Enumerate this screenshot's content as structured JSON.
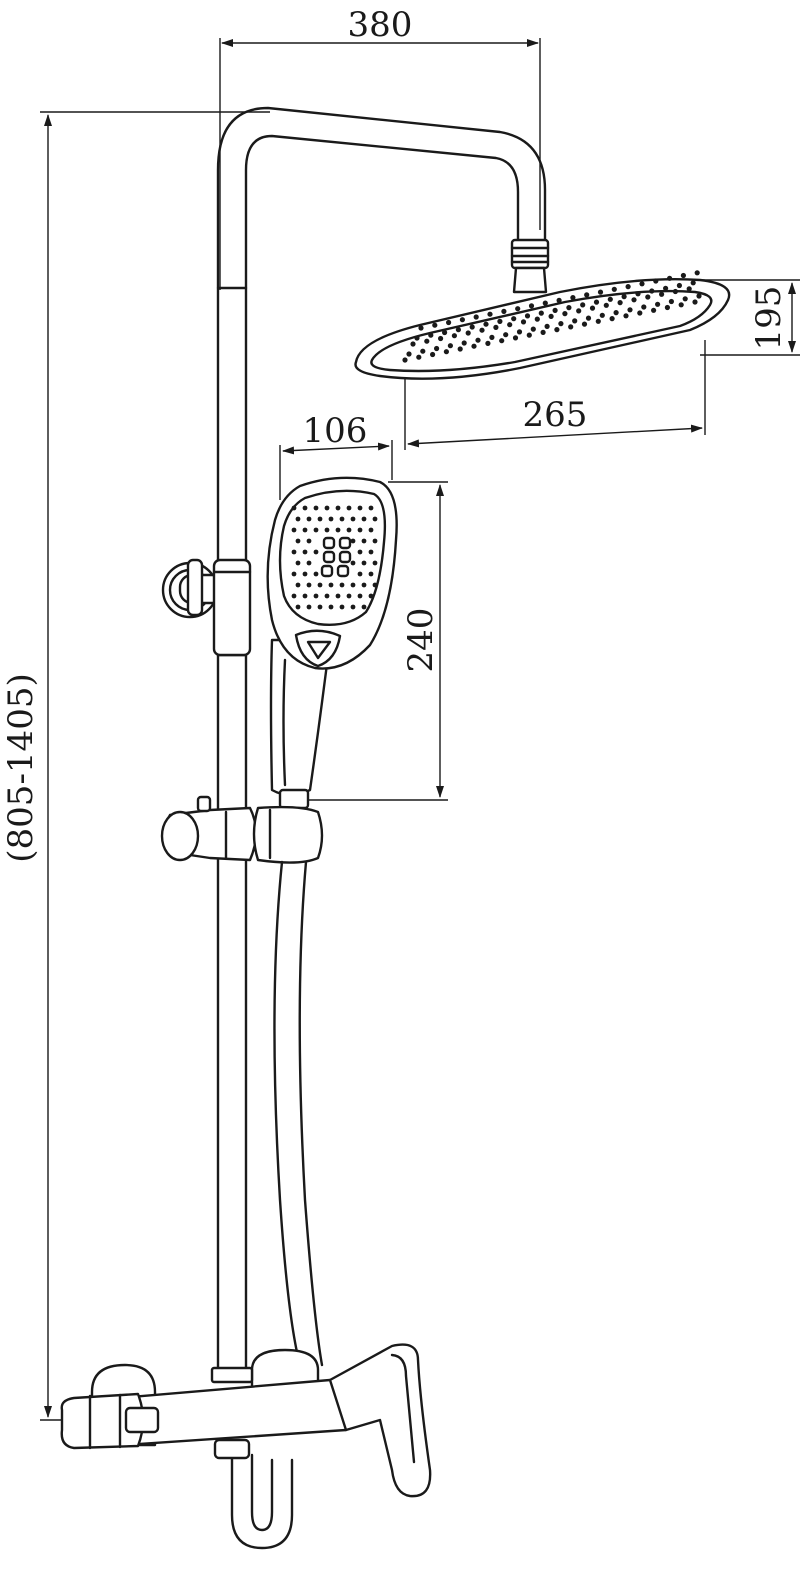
{
  "dimensions": {
    "width_top": "380",
    "head_height": "195",
    "head_width": "265",
    "hand_width": "106",
    "hand_height": "240",
    "total_height": "(805-1405)"
  },
  "colors": {
    "line": "#1a1a1a",
    "background": "#ffffff"
  }
}
